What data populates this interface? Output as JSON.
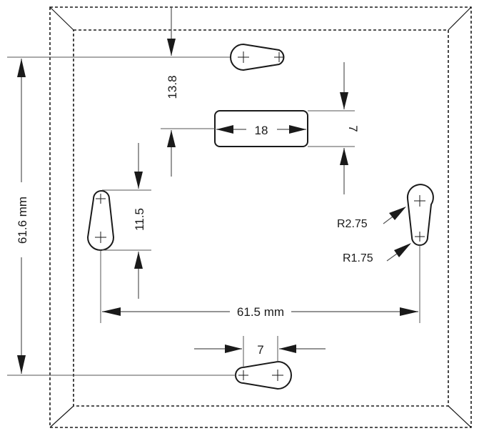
{
  "dimensions": {
    "overall_width": "61.5 mm",
    "overall_height": "61.6 mm",
    "top_offset": "13.8",
    "slot_width": "18",
    "slot_height": "7",
    "left_keyhole_span": "11.5",
    "bottom_keyhole_span": "7",
    "large_radius": "R2.75",
    "small_radius": "R1.75"
  },
  "colors": {
    "line": "#1a1a1a",
    "dimension": "#555555",
    "background": "#ffffff"
  }
}
